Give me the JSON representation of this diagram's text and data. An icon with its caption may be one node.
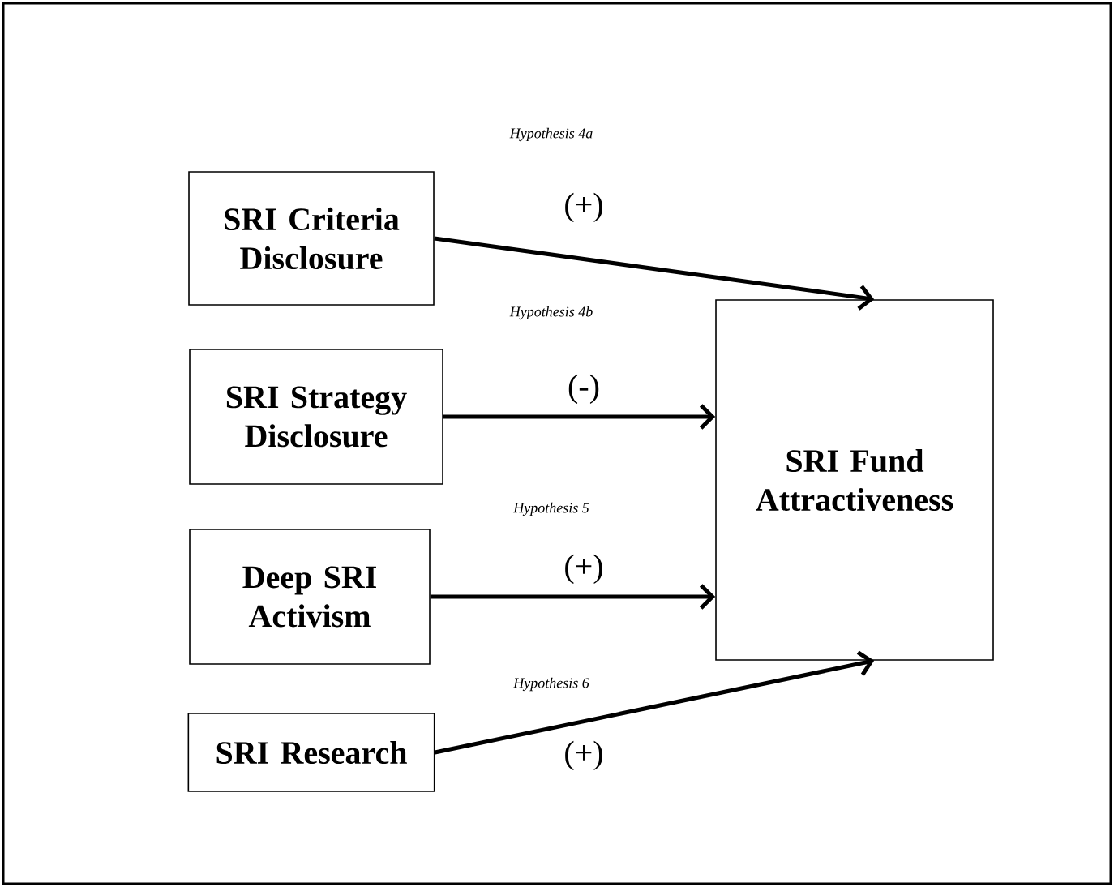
{
  "diagram": {
    "nodes": [
      {
        "text": [
          "SRI Criteria Disclosure"
        ]
      },
      {
        "text": [
          "SRI Strategy Disclosure"
        ]
      },
      {
        "text": [
          "Deep SRI Activism"
        ]
      },
      {
        "text": [
          "SRI Research"
        ]
      },
      {
        "text": [
          "SRI Fund Attractiveness"
        ]
      }
    ],
    "edges": [
      {
        "from": 0,
        "to": 4,
        "arrow": "to",
        "label": "(+)"
      },
      {
        "from": 1,
        "to": 4,
        "arrow": "to",
        "label": "(-)"
      },
      {
        "from": 2,
        "to": 4,
        "arrow": "to",
        "label": "(+)"
      },
      {
        "from": 3,
        "to": 4,
        "arrow": "to",
        "label": "(+)"
      }
    ],
    "labels": [
      "Hypothesis 4a",
      "Hypothesis 4b",
      "Hypothesis 5",
      "Hypothesis 6"
    ]
  }
}
